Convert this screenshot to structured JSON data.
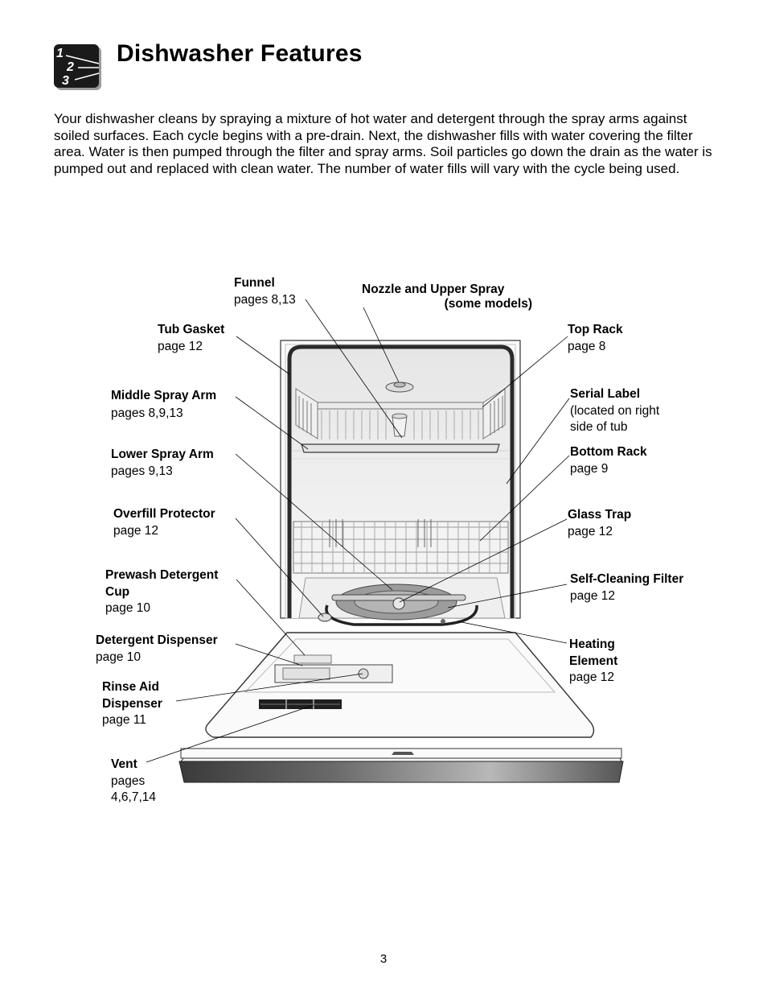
{
  "page": {
    "title": "Dishwasher Features",
    "intro": "Your dishwasher cleans by spraying a mixture of hot water and detergent through the spray arms against soiled surfaces. Each cycle begins with a pre-drain. Next, the dishwasher fills with water covering the filter area. Water is then pumped through the filter and spray arms. Soil particles go down the drain as the water is pumped out and replaced with clean water. The number of water fills will vary with the cycle being used.",
    "page_number": "3",
    "icon_digits": [
      "1",
      "2",
      "3"
    ]
  },
  "labels": {
    "funnel": {
      "name": "Funnel",
      "pages": "pages 8,13"
    },
    "nozzle": {
      "name": "Nozzle and Upper Spray",
      "note": "(some models)"
    },
    "tub_gasket": {
      "name": "Tub Gasket",
      "pages": "page 12"
    },
    "top_rack": {
      "name": "Top Rack",
      "pages": "page 8"
    },
    "middle_spray_arm": {
      "name": "Middle Spray Arm",
      "pages": "pages 8,9,13"
    },
    "serial_label": {
      "name": "Serial Label",
      "line1": "(located on right",
      "line2": "side of tub"
    },
    "lower_spray_arm": {
      "name": "Lower Spray Arm",
      "pages": "pages 9,13"
    },
    "bottom_rack": {
      "name": "Bottom Rack",
      "pages": "page 9"
    },
    "overfill_protector": {
      "name": "Overfill Protector",
      "pages": "page 12"
    },
    "glass_trap": {
      "name": "Glass Trap",
      "pages": "page 12"
    },
    "prewash_cup": {
      "name1": "Prewash Detergent",
      "name2": "Cup",
      "pages": "page 10"
    },
    "self_cleaning_filter": {
      "name": "Self-Cleaning Filter",
      "pages": "page 12"
    },
    "detergent_dispenser": {
      "name": "Detergent Dispenser",
      "pages": "page 10"
    },
    "heating_element": {
      "name1": "Heating",
      "name2": "Element",
      "pages": "page 12"
    },
    "rinse_aid": {
      "name1": "Rinse Aid",
      "name2": "Dispenser",
      "pages": "page 11"
    },
    "vent": {
      "name": "Vent",
      "pages1": "pages",
      "pages2": "4,6,7,14"
    }
  }
}
